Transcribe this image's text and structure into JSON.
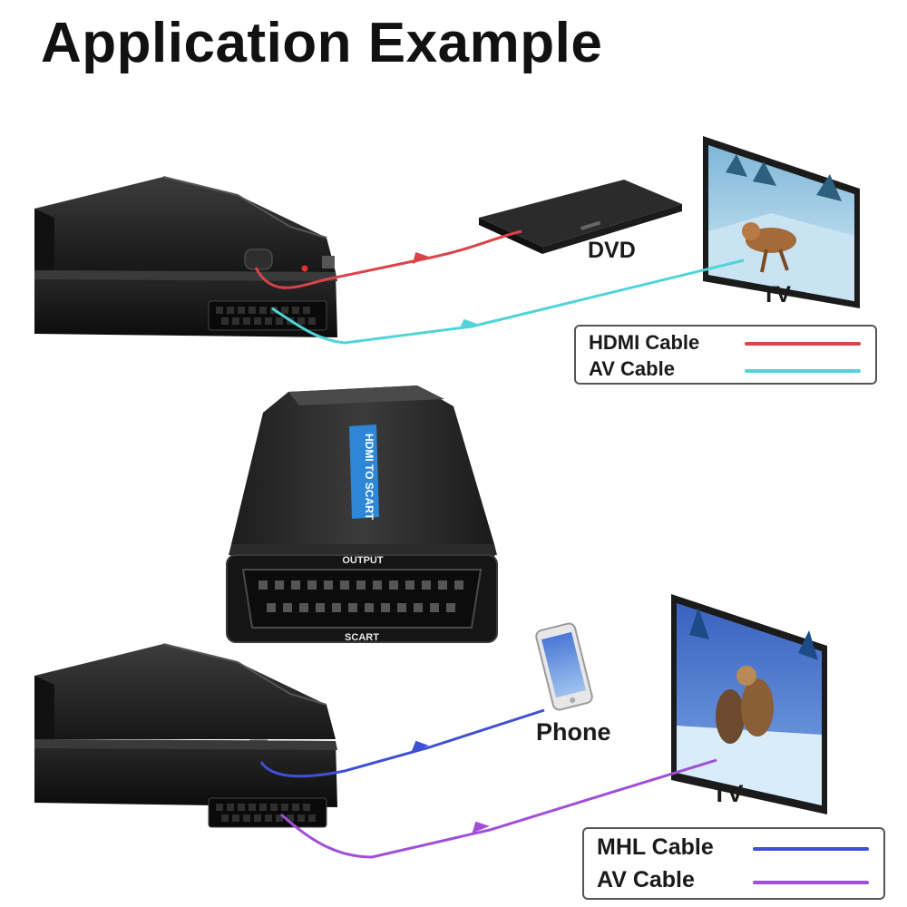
{
  "title": "Application Example",
  "top": {
    "source_label": "DVD",
    "display_label": "TV",
    "legend": [
      {
        "label": "HDMI Cable",
        "color": "#d9434a"
      },
      {
        "label": "AV Cable",
        "color": "#4fd4d8"
      }
    ]
  },
  "adapter": {
    "output_label": "OUTPUT",
    "scart_label": "SCART",
    "side_text": "HDMI TO SCART"
  },
  "bottom": {
    "source_label": "Phone",
    "display_label": "TV",
    "legend": [
      {
        "label": "MHL Cable",
        "color": "#3f4fd6"
      },
      {
        "label": "AV Cable",
        "color": "#a04fd8"
      }
    ]
  }
}
